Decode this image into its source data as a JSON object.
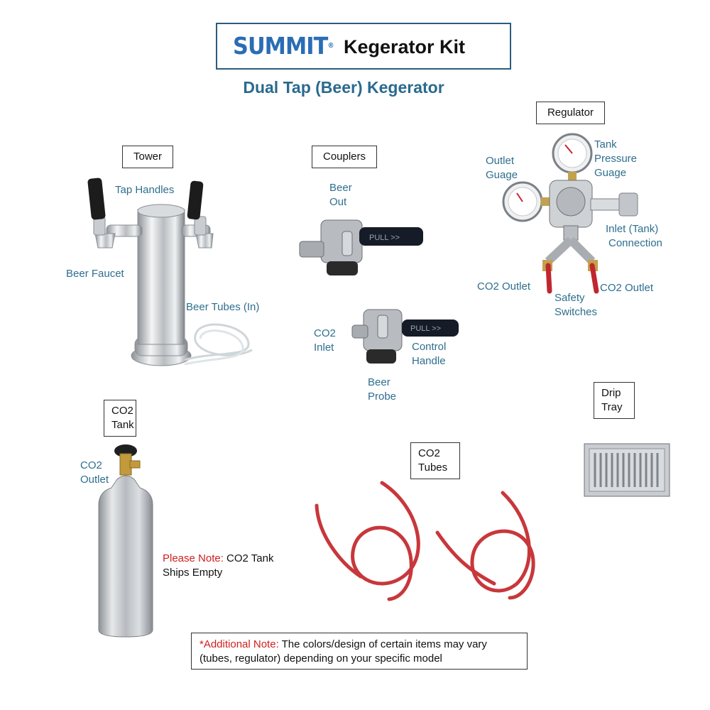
{
  "header": {
    "brand": "SUMMIT",
    "brand_mark": "®",
    "title": "Kegerator Kit",
    "subtitle": "Dual Tap (Beer) Kegerator",
    "brand_color": "#2a6db5",
    "accent_color": "#2a6a8e"
  },
  "sections": {
    "tower": "Tower",
    "couplers": "Couplers",
    "regulator": "Regulator",
    "co2_tank_line1": "CO2",
    "co2_tank_line2": "Tank",
    "co2_tubes_line1": "CO2",
    "co2_tubes_line2": "Tubes",
    "drip_tray_line1": "Drip",
    "drip_tray_line2": "Tray"
  },
  "tower_labels": {
    "tap_handles": "Tap Handles",
    "beer_faucet": "Beer Faucet",
    "beer_tubes_in": "Beer Tubes (In)"
  },
  "coupler_labels": {
    "beer_out_line1": "Beer",
    "beer_out_line2": "Out",
    "co2_inlet_line1": "CO2",
    "co2_inlet_line2": "Inlet",
    "control_handle_line1": "Control",
    "control_handle_line2": "Handle",
    "beer_probe_line1": "Beer",
    "beer_probe_line2": "Probe",
    "pull_text": "PULL >>"
  },
  "regulator_labels": {
    "outlet_gauge_line1": "Outlet",
    "outlet_gauge_line2": "Guage",
    "tank_pressure_line1": "Tank",
    "tank_pressure_line2": "Pressure",
    "tank_pressure_line3": "Guage",
    "inlet_line1": "Inlet (Tank)",
    "inlet_line2": "Connection",
    "co2_outlet_left": "CO2 Outlet",
    "co2_outlet_right": "CO2 Outlet",
    "safety_line1": "Safety",
    "safety_line2": "Switches"
  },
  "tank_labels": {
    "co2_outlet_line1": "CO2",
    "co2_outlet_line2": "Outlet",
    "please_note_prefix": "Please Note:",
    "please_note_line1": " CO2 Tank",
    "please_note_line2": "Ships Empty"
  },
  "footer_note": {
    "prefix": "*Additional Note:",
    "line1": " The colors/design  of certain items may vary",
    "line2": "(tubes, regulator) depending on your specific model"
  },
  "colors": {
    "label_text": "#2e6e8e",
    "note_red": "#d0201f",
    "tube_red": "#c8373b"
  }
}
